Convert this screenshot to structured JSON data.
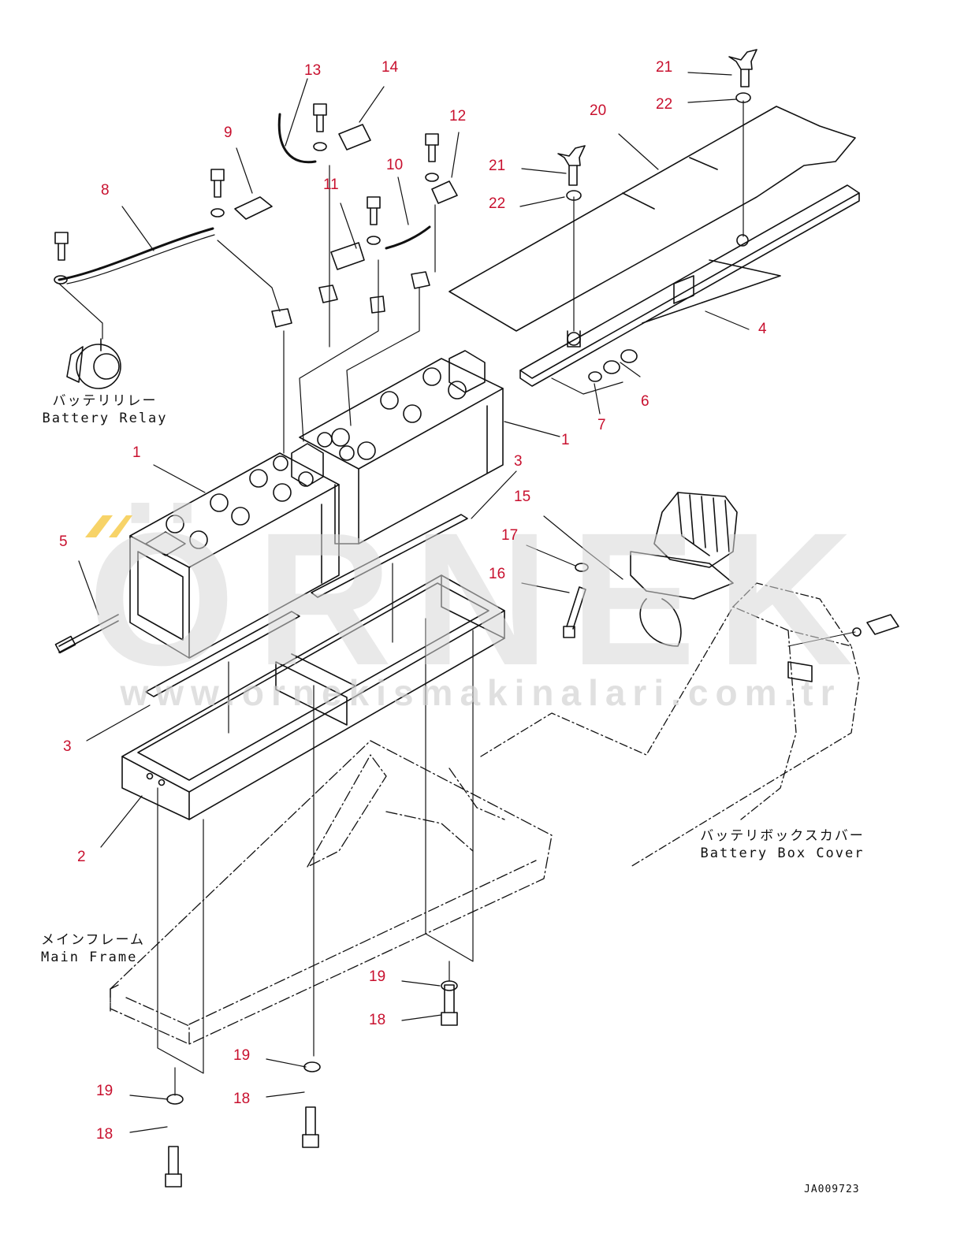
{
  "watermark": {
    "brand": "ÖRNEK",
    "url": "www.ornekismakinalari.com.tr",
    "accent_color": "#f5c842"
  },
  "labels": {
    "battery_relay_jp": "バッテリリレー",
    "battery_relay_en": "Battery Relay",
    "battery_box_cover_jp": "バッテリボックスカバー",
    "battery_box_cover_en": "Battery Box Cover",
    "main_frame_jp": "メインフレーム",
    "main_frame_en": "Main Frame"
  },
  "drawing_id": "JA009723",
  "callout_color": "#c8102e",
  "callouts": [
    {
      "id": "c13",
      "text": "13"
    },
    {
      "id": "c14",
      "text": "14"
    },
    {
      "id": "c21a",
      "text": "21"
    },
    {
      "id": "c22a",
      "text": "22"
    },
    {
      "id": "c20",
      "text": "20"
    },
    {
      "id": "c9",
      "text": "9"
    },
    {
      "id": "c12",
      "text": "12"
    },
    {
      "id": "c21b",
      "text": "21"
    },
    {
      "id": "c10",
      "text": "10"
    },
    {
      "id": "c11",
      "text": "11"
    },
    {
      "id": "c22b",
      "text": "22"
    },
    {
      "id": "c8",
      "text": "8"
    },
    {
      "id": "c4",
      "text": "4"
    },
    {
      "id": "c6",
      "text": "6"
    },
    {
      "id": "c7",
      "text": "7"
    },
    {
      "id": "c1a",
      "text": "1"
    },
    {
      "id": "c1b",
      "text": "1"
    },
    {
      "id": "c3a",
      "text": "3"
    },
    {
      "id": "c15",
      "text": "15"
    },
    {
      "id": "c17",
      "text": "17"
    },
    {
      "id": "c5",
      "text": "5"
    },
    {
      "id": "c16",
      "text": "16"
    },
    {
      "id": "c3b",
      "text": "3"
    },
    {
      "id": "c2",
      "text": "2"
    },
    {
      "id": "c19a",
      "text": "19"
    },
    {
      "id": "c18a",
      "text": "18"
    },
    {
      "id": "c19b",
      "text": "19"
    },
    {
      "id": "c18b",
      "text": "18"
    },
    {
      "id": "c19c",
      "text": "19"
    },
    {
      "id": "c18c",
      "text": "18"
    }
  ]
}
